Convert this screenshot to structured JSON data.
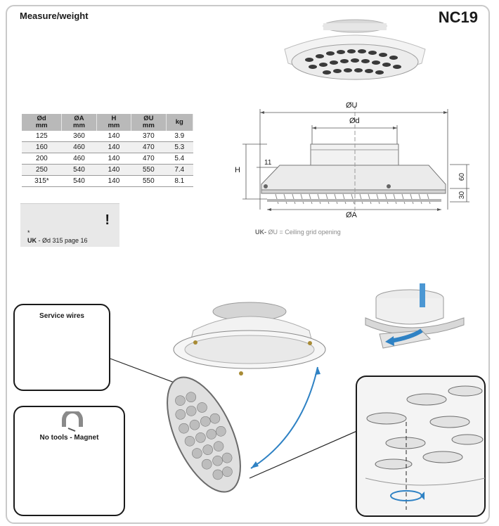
{
  "header": {
    "title": "Measure/weight",
    "code": "NC19"
  },
  "table": {
    "columns": [
      {
        "top": "Ød",
        "unit": "mm"
      },
      {
        "top": "ØA",
        "unit": "mm"
      },
      {
        "top": "H",
        "unit": "mm"
      },
      {
        "top": "ØU",
        "unit": "mm"
      },
      {
        "top": "kg",
        "unit": ""
      }
    ],
    "rows": [
      [
        "125",
        "360",
        "140",
        "370",
        "3.9"
      ],
      [
        "160",
        "460",
        "140",
        "470",
        "5.3"
      ],
      [
        "200",
        "460",
        "140",
        "470",
        "5.4"
      ],
      [
        "250",
        "540",
        "140",
        "550",
        "7.4"
      ],
      [
        "315*",
        "540",
        "140",
        "550",
        "8.1"
      ]
    ]
  },
  "note": {
    "mark": "!",
    "star": "*",
    "prefix": "UK",
    "text": " - Ød 315 page 16"
  },
  "drawing": {
    "dim_u": "ØU",
    "dim_d": "Ød",
    "dim_a": "ØA",
    "dim_h": "H",
    "dim_11": "11",
    "dim_60": "60",
    "dim_30": "30",
    "caption_prefix": "UK-",
    "caption_text": " ØU = Ceiling grid opening"
  },
  "callouts": {
    "service": "Service wires",
    "magnet": "No tools - Magnet"
  },
  "colors": {
    "arrow": "#2f82c4",
    "table_header": "#b9b9b9",
    "frame": "#c9c9c9"
  }
}
